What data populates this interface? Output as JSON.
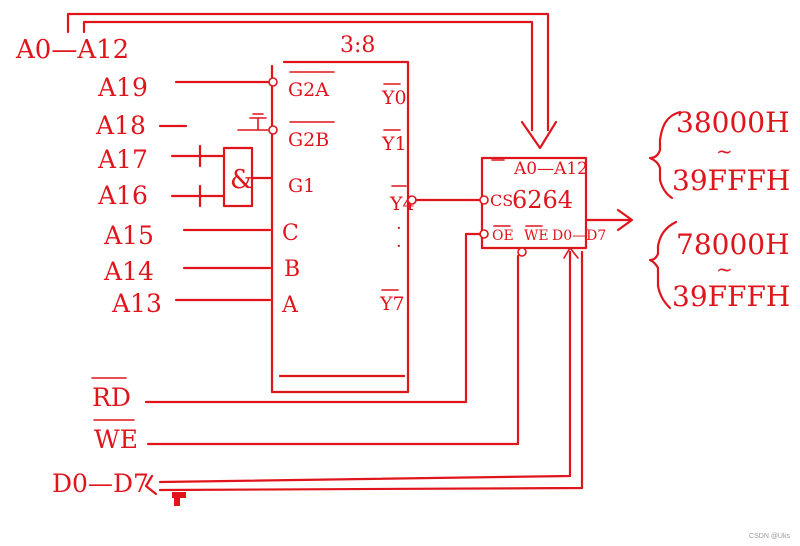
{
  "colors": {
    "ink": "#e0151c",
    "background": "#ffffff",
    "watermark": "#9a9a9a"
  },
  "bus": {
    "address_low": "A0—A12"
  },
  "address_lines": [
    "A19",
    "A18",
    "A17",
    "A16",
    "A15",
    "A14",
    "A13"
  ],
  "decoder": {
    "title": "3:8",
    "input_pins": [
      "G2A",
      "G2B",
      "G1",
      "C",
      "B",
      "A"
    ],
    "output_pins": [
      "Y0",
      "Y1",
      "Y4",
      "Y7"
    ],
    "gate_label": "&"
  },
  "ram": {
    "chip": "6264",
    "address_pins": "A0—A12",
    "cs_pin": "CS",
    "oe_pin": "OE",
    "we_pin": "WE",
    "data_pins": "D0—D7"
  },
  "control": {
    "rd": "RD",
    "we": "WE",
    "data_bus": "D0—D7"
  },
  "ranges": [
    {
      "start": "38000H",
      "end": "39FFFH"
    },
    {
      "start": "78000H",
      "end": "39FFFH"
    }
  ],
  "range_separator": "~",
  "watermark": "CSDN @Uks"
}
